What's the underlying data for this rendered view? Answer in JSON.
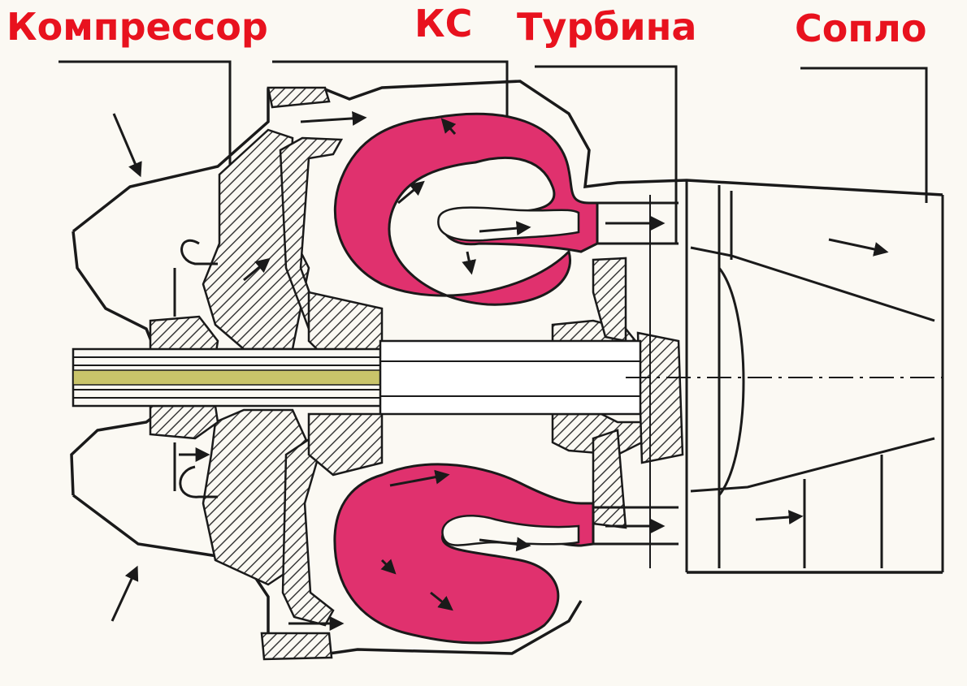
{
  "labels": {
    "compressor": "Компрессор",
    "combustion_chamber": "КС",
    "turbine": "Турбина",
    "nozzle": "Сопло"
  },
  "colors": {
    "label": "#e8121e",
    "combustor_fill": "#e0316e",
    "outline": "#1a1a1a",
    "hatch": "#3a3a3a",
    "shaft_core": "#c9c46a",
    "background": "#fbf9f3"
  },
  "icons": {
    "flow_arrow": "arrow-right-icon",
    "intake_arrow": "diagonal-arrow-icon"
  }
}
